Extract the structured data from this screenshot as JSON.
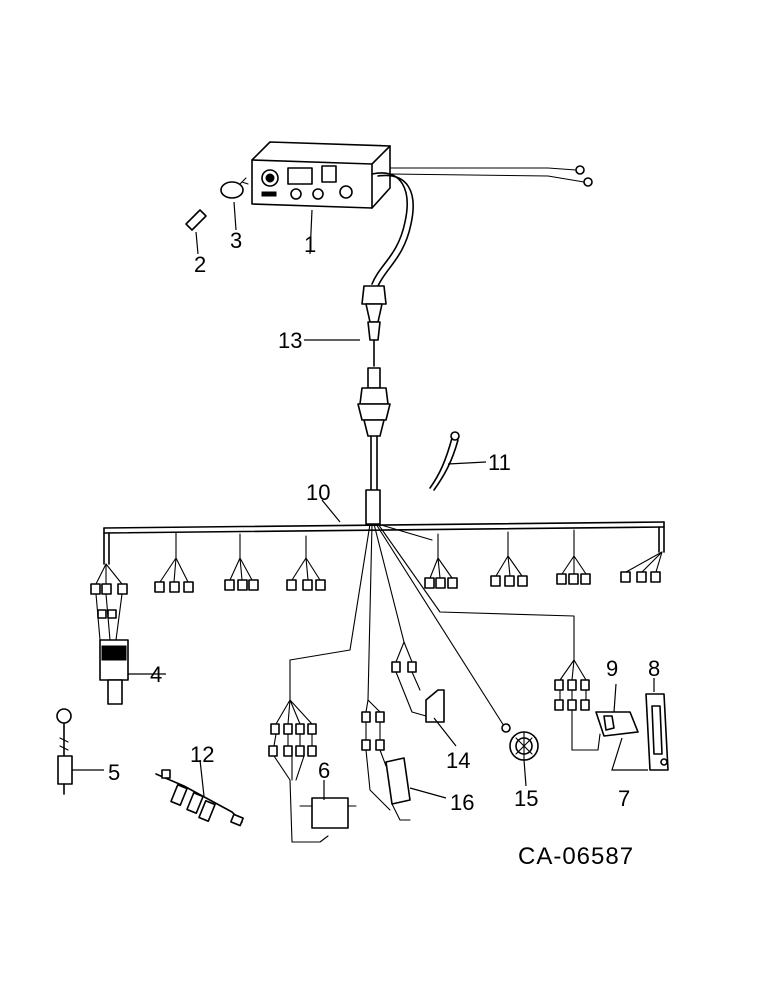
{
  "drawing_code": "CA-06587",
  "callouts": {
    "c1": "1",
    "c2": "2",
    "c3": "3",
    "c4": "4",
    "c5": "5",
    "c6": "6",
    "c7": "7",
    "c8": "8",
    "c9": "9",
    "c10": "10",
    "c11": "11",
    "c12": "12",
    "c13": "13",
    "c14": "14",
    "c15": "15",
    "c16": "16"
  }
}
